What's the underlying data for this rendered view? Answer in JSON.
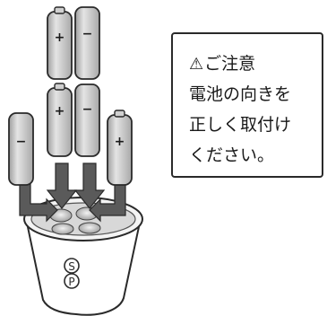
{
  "notice": {
    "heading": "ご注意",
    "lines": [
      "電池の向きを",
      "正しく取付け",
      "ください。"
    ]
  },
  "battery_marks": {
    "positive": "+",
    "negative": "−"
  },
  "logo_text": "SP",
  "colors": {
    "battery_fill": "#c4c4c4",
    "battery_stroke": "#2a2a2a",
    "arrow_fill": "#5a5a5a",
    "cup_fill": "#ffffff"
  }
}
